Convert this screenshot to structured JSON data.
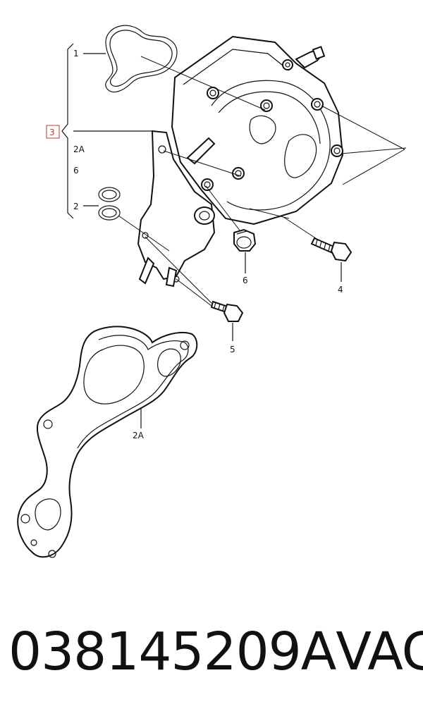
{
  "diagram": {
    "callouts": {
      "group": "3",
      "seal_ring": "1",
      "gasket_ref": "2A",
      "plug_ref": "6",
      "o_ring": "2",
      "plug": "6",
      "bolt_4": "4",
      "bolt_5": "5",
      "gasket": "2A"
    },
    "accent_color": "#c0392b"
  },
  "caption": {
    "part_number": "038145209A",
    "brand": "VAG"
  }
}
